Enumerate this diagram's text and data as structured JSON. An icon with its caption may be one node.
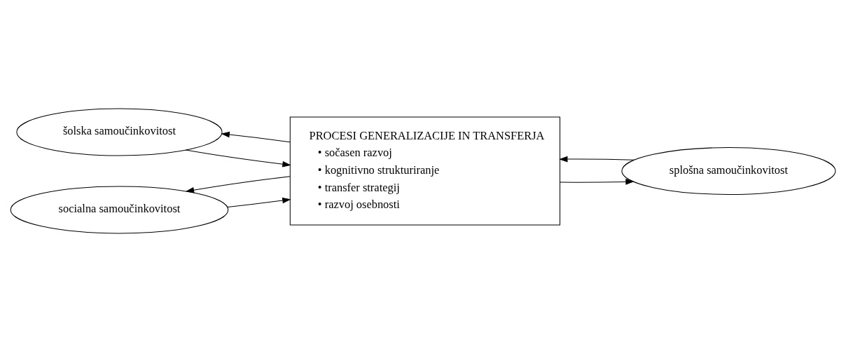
{
  "diagram": {
    "nodes": [
      {
        "text": [
          "šolska samoučinkovitost"
        ]
      },
      {
        "text": [
          "socialna samoučinkovitost"
        ]
      },
      {
        "text": [
          "PROCESI GENERALIZACIJE IN TRANSFERJA",
          "• sočasen razvoj",
          "• kognitivno strukturiranje",
          "• transfer strategij",
          "• razvoj osebnosti"
        ]
      },
      {
        "text": [
          "splošna samoučinkovitost"
        ]
      }
    ],
    "edges": [
      {
        "from": 0,
        "to": 2,
        "arrow": "to"
      },
      {
        "from": 2,
        "to": 0,
        "arrow": "to"
      },
      {
        "from": 1,
        "to": 2,
        "arrow": "to"
      },
      {
        "from": 2,
        "to": 1,
        "arrow": "to"
      },
      {
        "from": 2,
        "to": 3,
        "arrow": "to"
      },
      {
        "from": 3,
        "to": 2,
        "arrow": "to"
      }
    ]
  }
}
